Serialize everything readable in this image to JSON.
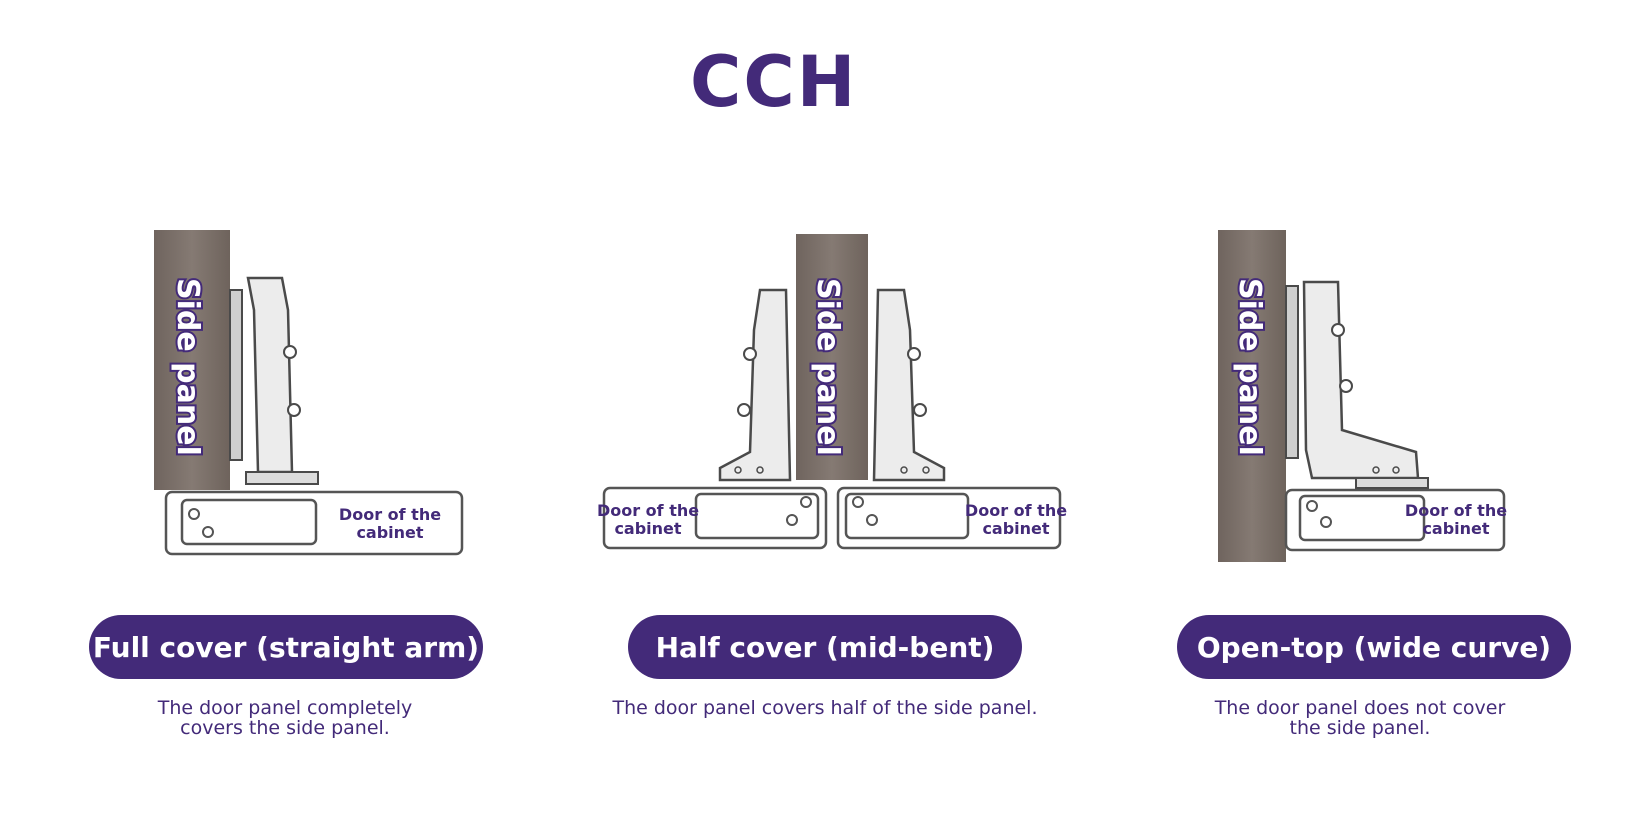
{
  "brand": {
    "logo_text": "CCH",
    "color": "#432a79"
  },
  "diagrams": [
    {
      "side_label": "Side panel",
      "door_label_1": "Door of the",
      "door_label_2": "cabinet"
    },
    {
      "side_label": "Side panel",
      "door_left_1": "Door of the",
      "door_left_2": "cabinet",
      "door_right_1": "Door of the",
      "door_right_2": "cabinet"
    },
    {
      "side_label": "Side panel",
      "door_label_1": "Door of the",
      "door_label_2": "cabinet"
    }
  ],
  "types": [
    {
      "title": "Full cover (straight arm)",
      "description_line1": "The door panel completely",
      "description_line2": "covers the side panel."
    },
    {
      "title": "Half cover (mid-bent)",
      "description_line1": "The door panel covers half of the side panel.",
      "description_line2": ""
    },
    {
      "title": "Open-top (wide curve)",
      "description_line1": "The door panel does not cover",
      "description_line2": "the side panel."
    }
  ],
  "colors": {
    "accent": "#432a79",
    "wood": "#7a6f68",
    "hinge_fill": "#ececec",
    "hinge_stroke": "#4a4a4a"
  }
}
